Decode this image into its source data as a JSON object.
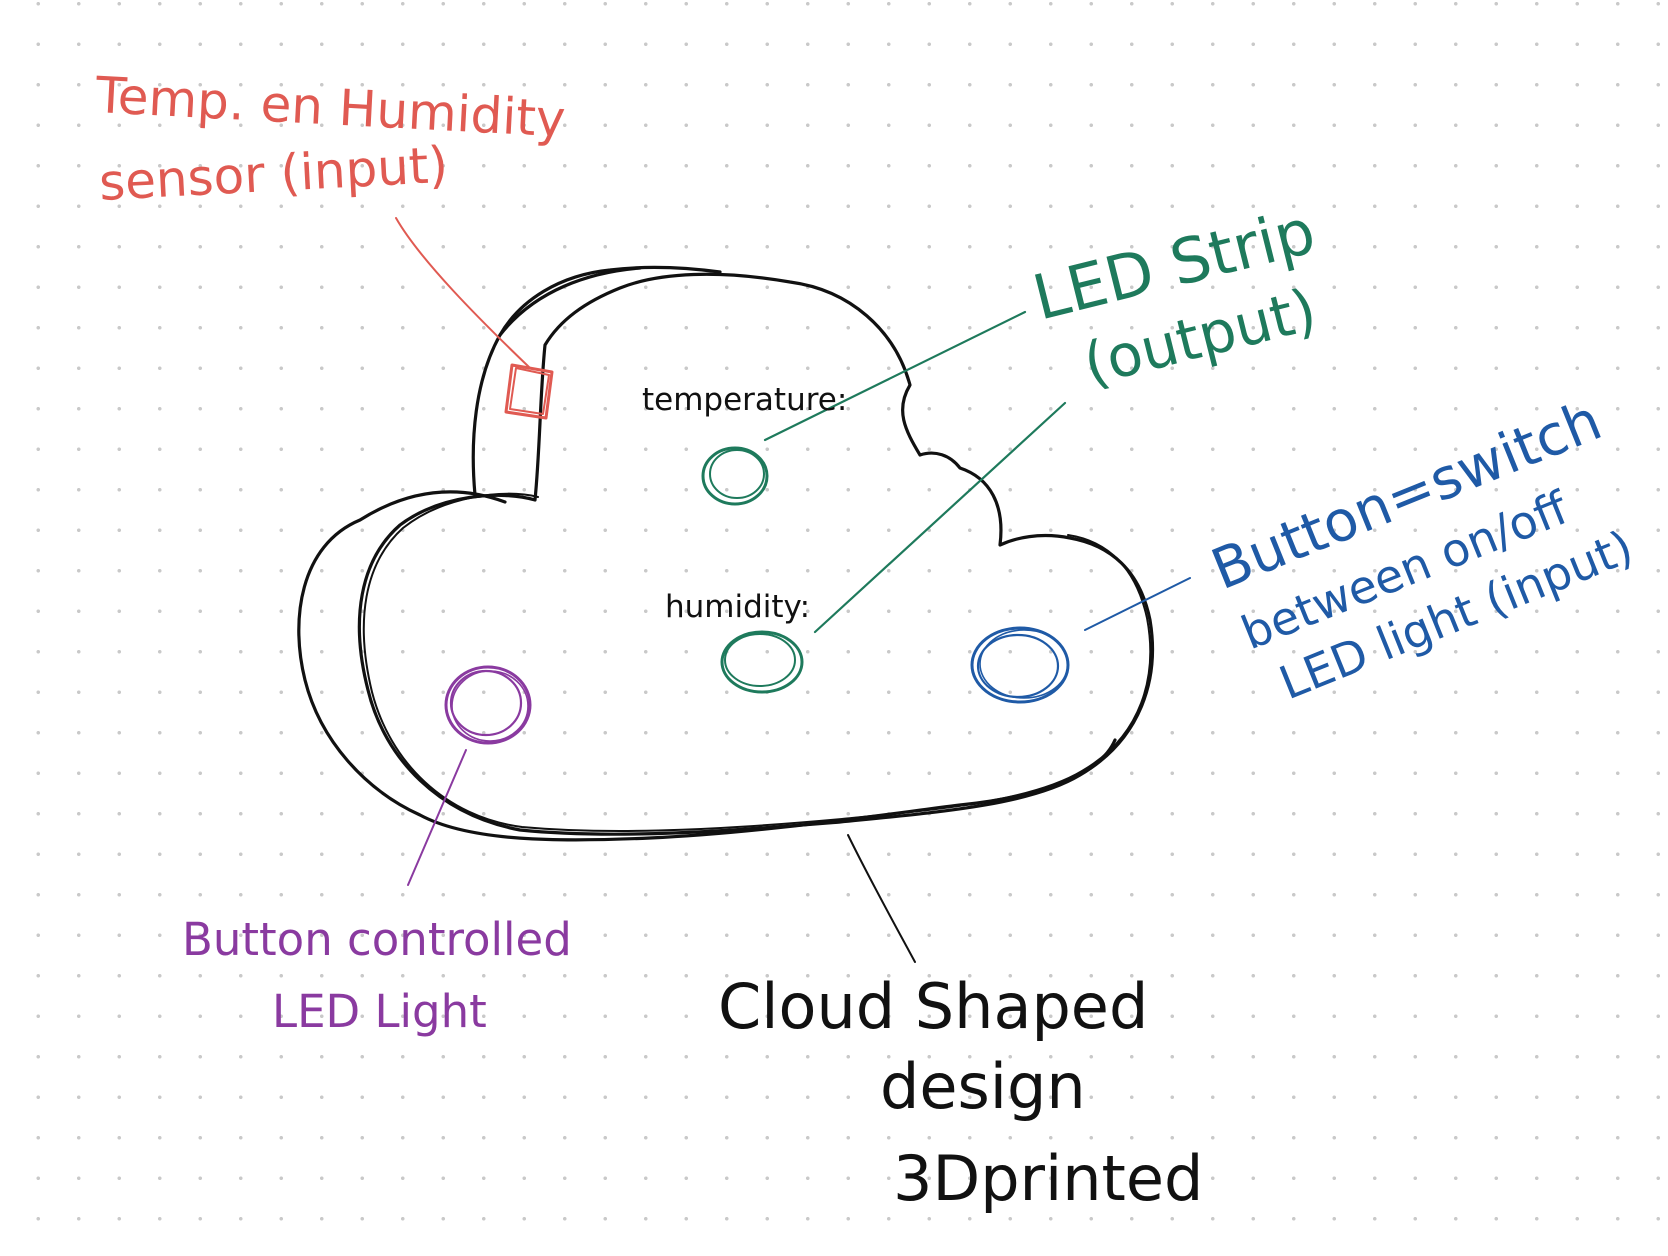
{
  "colors": {
    "background": "#ffffff",
    "grid_dot": "#c9c9c9",
    "outline": "#111111",
    "sensor": "#e05a52",
    "led_strip": "#1e7a5c",
    "switch_button": "#1f5aa6",
    "led_button": "#8a3aa0"
  },
  "labels": {
    "sensor_line1": "Temp. en Humidity",
    "sensor_line2": "sensor (input)",
    "led_strip_line1": "LED Strip",
    "led_strip_line2": "(output)",
    "switch_line1": "Button=switch",
    "switch_line2": "between on/off",
    "switch_line3": "LED light (input)",
    "led_button_line1": "Button controlled",
    "led_button_line2": "LED Light",
    "cloud_line1": "Cloud Shaped",
    "cloud_line2": "design",
    "cloud_line3": "3Dprinted",
    "temperature": "temperature:",
    "humidity": "humidity:"
  }
}
